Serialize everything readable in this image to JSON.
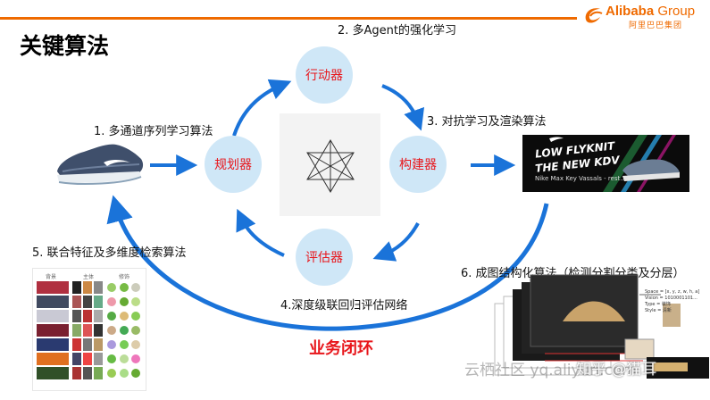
{
  "header": {
    "title": "关键算法",
    "logo_brand": "Alibaba",
    "logo_group": "Group",
    "logo_cn": "阿里巴巴集团"
  },
  "nodes": {
    "actor": "行动器",
    "planner": "规划器",
    "builder": "构建器",
    "evaluator": "评估器"
  },
  "steps": {
    "s1": "1. 多通道序列学习算法",
    "s2": "2. 多Agent的强化学习",
    "s3": "3. 对抗学习及渲染算法",
    "s4": "4.深度级联回归评估网络",
    "s5": "5. 联合特征及多维度检索算法",
    "s6": "6. 成图结构化算法（检测分割分类及分层）"
  },
  "loop_label": "业务闭环",
  "ad": {
    "line1": "LOW FLYKNIT",
    "line2": "THE NEW KDV",
    "line3": "Nike Max Key Vassals - rest..."
  },
  "grid_panel": {
    "headers": [
      "背景",
      "主体",
      "修饰"
    ]
  },
  "layer_panel": {
    "text_lines": [
      "Space = [x, y, z, w, h, a]",
      "Vision = 1010001101...",
      "Type = 装饰",
      "Style = 清新"
    ]
  },
  "watermark": {
    "text1": "云栖社区 yq.aliyun.com",
    "text2": "知乎 @猫耳"
  },
  "colors": {
    "accent_orange": "#ef6a00",
    "arrow_blue": "#1a73d9",
    "node_fill": "#cfe7f7",
    "node_text_red": "#e8161b"
  },
  "icons": [
    "shoe-image",
    "star-of-david-icon",
    "alibaba-logo-icon"
  ]
}
